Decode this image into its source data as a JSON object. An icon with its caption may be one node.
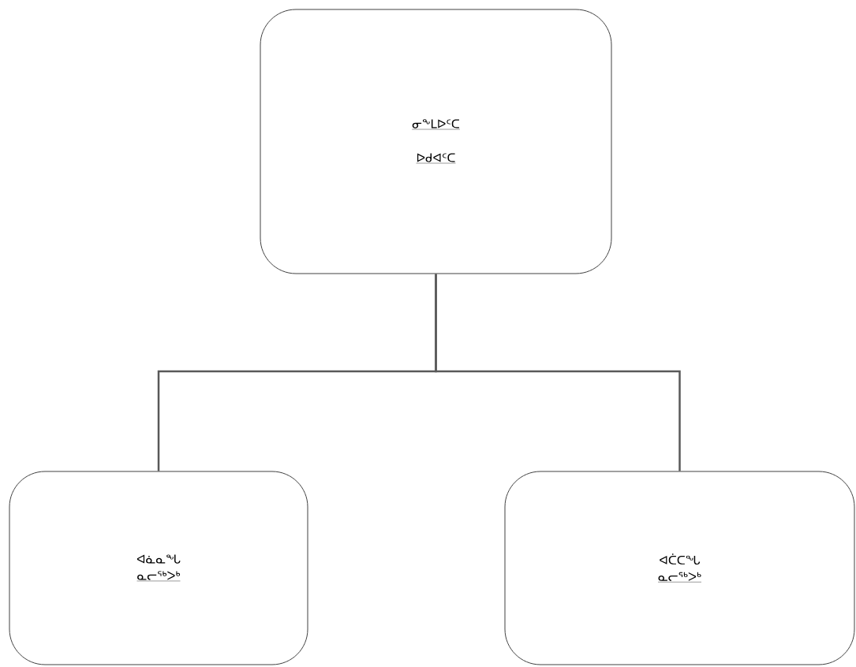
{
  "diagram": {
    "nodes": [
      {
        "text": [
          "ᓂᖕᒪᐅᑦᑕ",
          "ᐅᑯᐊᑦᑕ"
        ]
      },
      {
        "text": [
          "ᐊᓈᓇᖓ",
          "ᓇᓕᖅᐳᒃ"
        ]
      },
      {
        "text": [
          "ᐊᑖᑕᖓ",
          "ᓇᓕᖅᐳᒃ"
        ]
      }
    ],
    "edges": [
      {
        "from": 0,
        "to": 1,
        "arrow": "none"
      },
      {
        "from": 0,
        "to": 2,
        "arrow": "none"
      }
    ]
  }
}
